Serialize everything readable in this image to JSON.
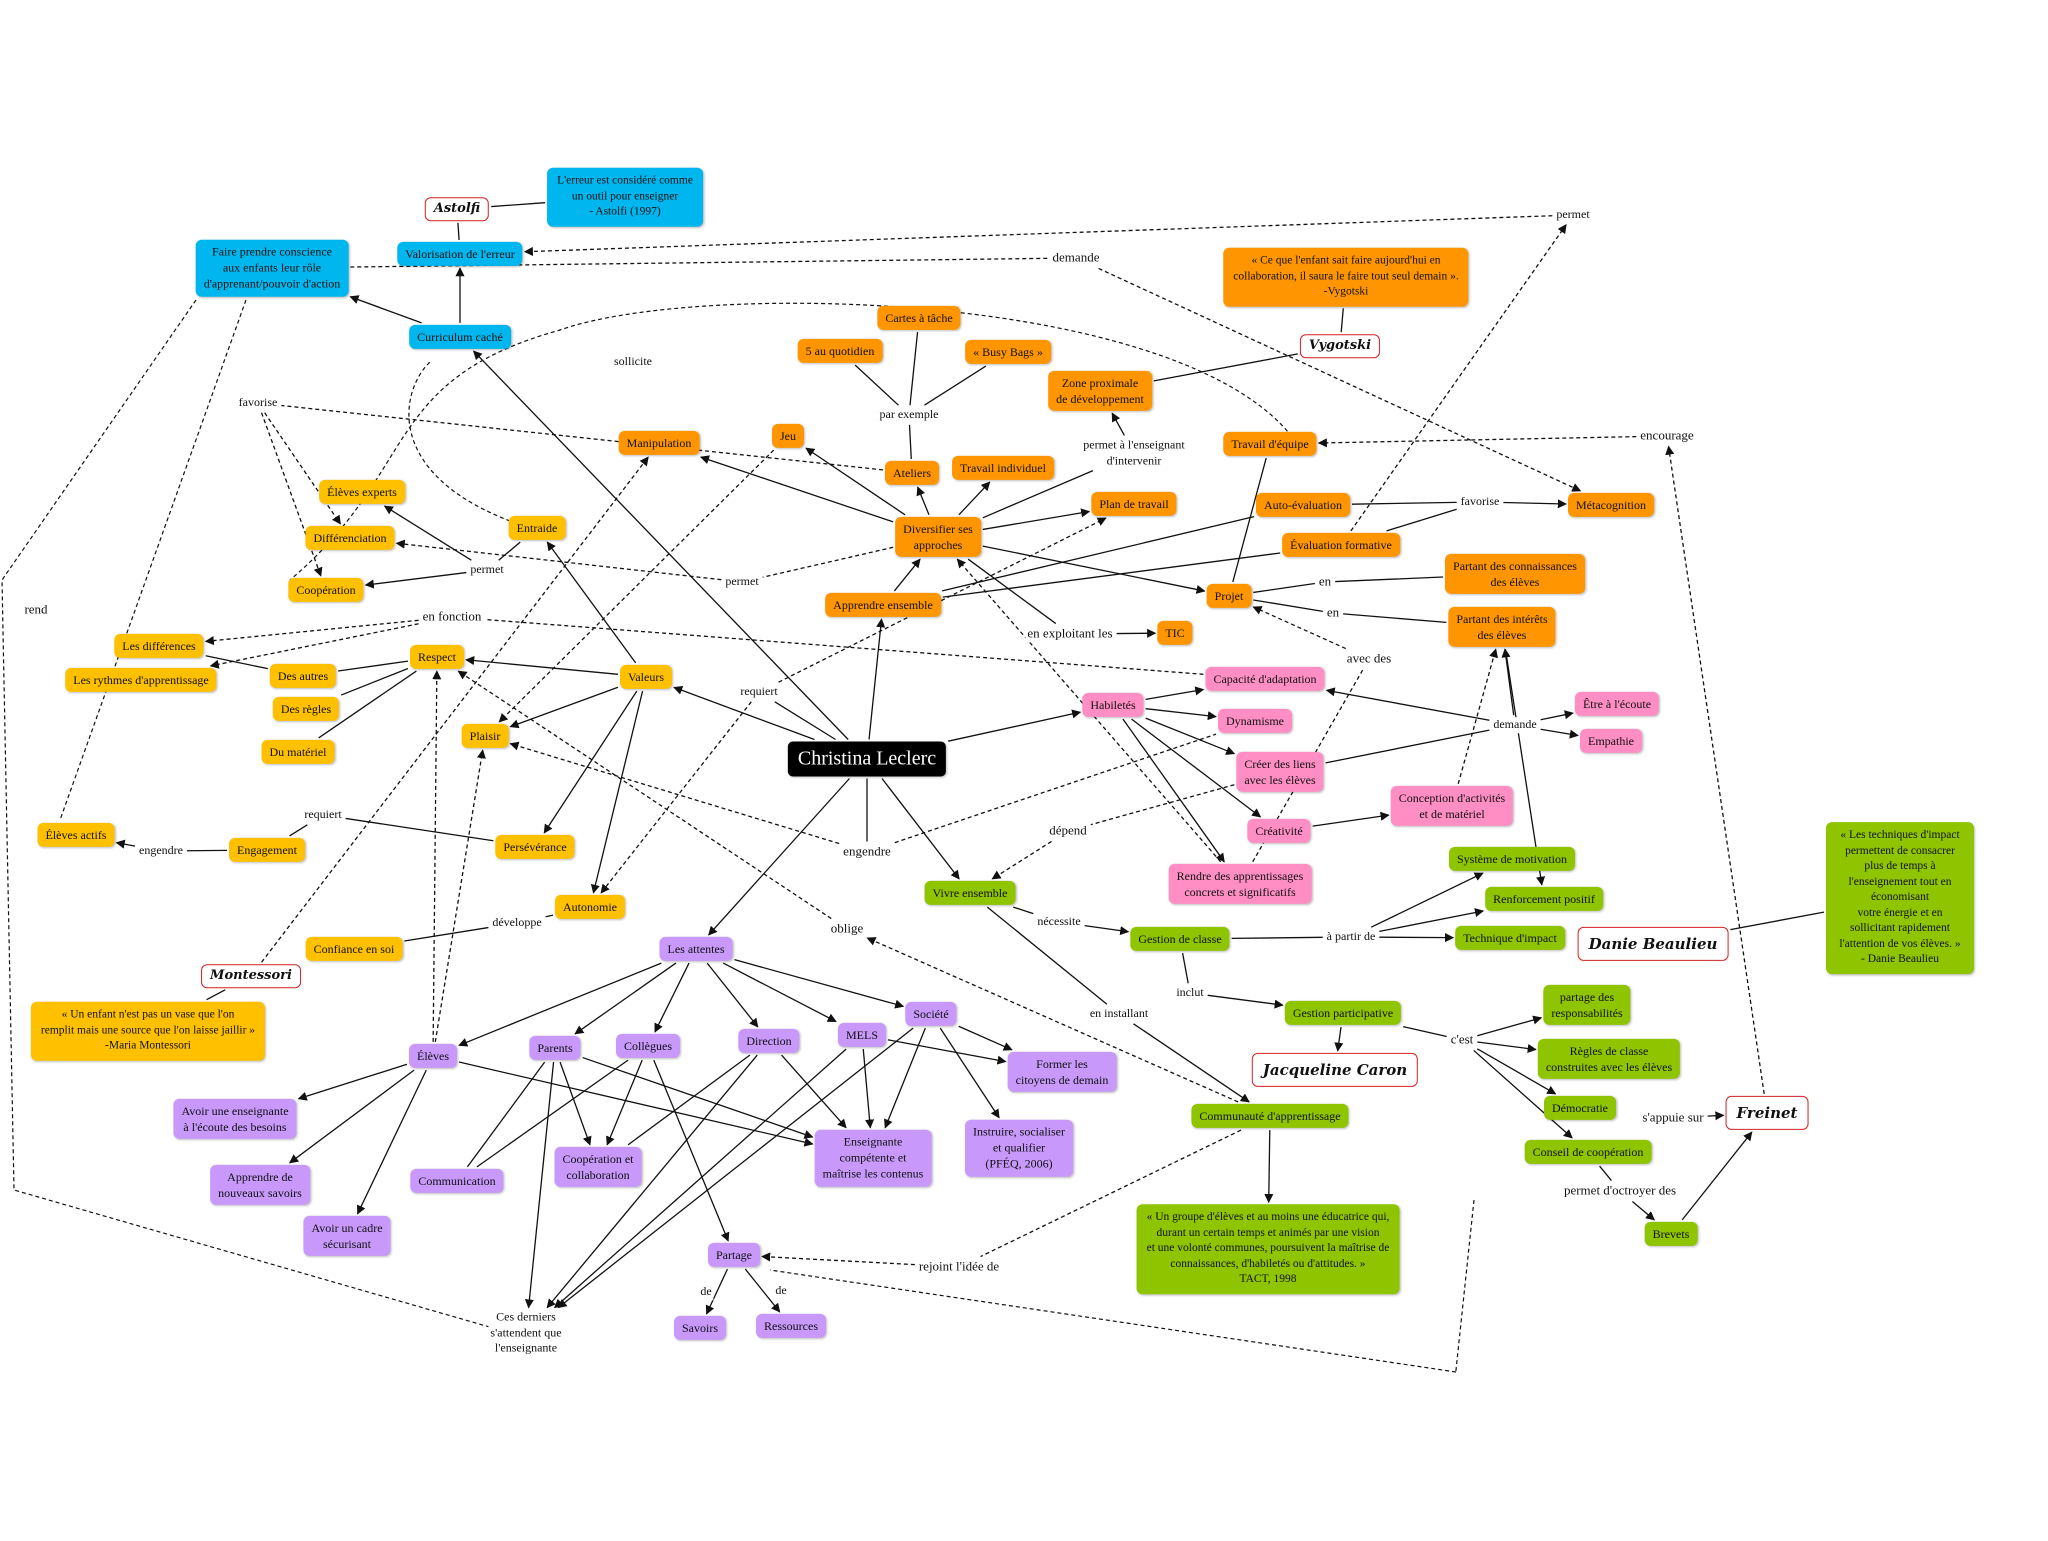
{
  "colors": {
    "blue": "#00b6ee",
    "orange": "#ff9500",
    "yellow": "#ffc000",
    "pink": "#ff8ec4",
    "purple": "#c898fa",
    "green": "#8ec400",
    "center": "#000000",
    "edge": "#111111"
  },
  "nodes": {
    "center": "Christina Leclerc",
    "astolfi": "Astolfi",
    "astolfi_quote": "L'erreur est considéré comme\nun outil pour enseigner\n- Astolfi (1997)",
    "faire_prendre": "Faire prendre conscience\naux enfants leur rôle\nd'apprenant/pouvoir d'action",
    "valorisation": "Valorisation de l'erreur",
    "curriculum": "Curriculum caché",
    "vygotski_quote": "« Ce que l'enfant sait faire aujourd'hui en\ncollaboration, il saura le faire tout seul demain ».\n-Vygotski",
    "vygotski": "Vygotski",
    "cartes": "Cartes à tâche",
    "cinq_quot": "5 au quotidien",
    "busy": "« Busy Bags »",
    "zone": "Zone proximale\nde développement",
    "manipulation": "Manipulation",
    "jeu": "Jeu",
    "ateliers": "Ateliers",
    "travail_ind": "Travail individuel",
    "travail_eq": "Travail d'équipe",
    "plan": "Plan de travail",
    "diversifier": "Diversifier ses\napproches",
    "apprendre": "Apprendre ensemble",
    "auto_eval": "Auto-évaluation",
    "eval_form": "Évaluation formative",
    "metacog": "Métacognition",
    "projet": "Projet",
    "partant_conn": "Partant des connaissances\ndes élèves",
    "partant_int": "Partant des intérêts\ndes élèves",
    "tic": "TIC",
    "eleves_experts": "Élèves experts",
    "differenciation": "Différenciation",
    "cooperation": "Coopération",
    "entraide": "Entraide",
    "differences": "Les différences",
    "rythmes": "Les rythmes d'apprentissage",
    "des_autres": "Des autres",
    "des_regles": "Des règles",
    "du_materiel": "Du matériel",
    "respect": "Respect",
    "valeurs": "Valeurs",
    "plaisir": "Plaisir",
    "eleves_actifs": "Élèves actifs",
    "engagement": "Engagement",
    "perseverance": "Persévérance",
    "autonomie": "Autonomie",
    "confiance": "Confiance en soi",
    "montessori": "Montessori",
    "montessori_quote": "« Un enfant n'est pas un vase que l'on\nremplit mais une source que l'on laisse jaillir »\n-Maria Montessori",
    "habiletes": "Habiletés",
    "capacite": "Capacité d'adaptation",
    "dynamisme": "Dynamisme",
    "creer_liens": "Créer des liens\navec les élèves",
    "creativite": "Créativité",
    "rendre": "Rendre des apprentissages\nconcrets et significatifs",
    "conception": "Conception d'activités\net de matériel",
    "etre_ecoute": "Être à l'écoute",
    "empathie": "Empathie",
    "vivre": "Vivre ensemble",
    "gestion_classe": "Gestion de classe",
    "systeme": "Système de motivation",
    "renforcement": "Renforcement positif",
    "technique": "Technique d'impact",
    "danie": "Danie Beaulieu",
    "danie_quote": "« Les techniques d'impact permettent de consacrer\nplus de temps à l'enseignement tout en économisant\nvotre énergie et en sollicitant rapidement\nl'attention de vos élèves. »\n- Danie Beaulieu",
    "gestion_part": "Gestion participative",
    "jacqueline": "Jacqueline Caron",
    "partage_resp": "partage des\nresponsabilités",
    "regles_classe": "Règles de classe\nconstruites avec les élèves",
    "democratie": "Démocratie",
    "conseil": "Conseil de coopération",
    "freinet": "Freinet",
    "brevets": "Brevets",
    "communaute": "Communauté d'apprentissage",
    "tact_quote": "« Un groupe d'élèves et au moins une éducatrice qui,\ndurant un certain temps et animés par une vision\net une volonté communes, poursuivent la maîtrise de\nconnaissances, d'habiletés ou d'attitudes. »\nTACT, 1998",
    "attentes": "Les attentes",
    "eleves": "Élèves",
    "parents": "Parents",
    "collegues": "Collègues",
    "direction": "Direction",
    "mels": "MELS",
    "societe": "Société",
    "former": "Former les\ncitoyens de demain",
    "instruire": "Instruire, socialiser\net qualifier\n(PFÉQ, 2006)",
    "enseignante": "Enseignante\ncompétente et\nmaîtrise les contenus",
    "cooperation_collab": "Coopération et\ncollaboration",
    "communication": "Communication",
    "avoir_ens": "Avoir une enseignante\nà l'écoute des besoins",
    "apprendre_nouv": "Apprendre de\nnouveaux savoirs",
    "cadre": "Avoir un cadre\nsécurisant",
    "partage": "Partage",
    "savoirs": "Savoirs",
    "ressources": "Ressources"
  },
  "labels": {
    "permet_top": "permet",
    "demande_top": "demande",
    "sollicite": "sollicite",
    "favorise_left": "favorise",
    "par_exemple": "par exemple",
    "permet_intervenir": "permet à l'enseignant\nd'intervenir",
    "encourage": "encourage",
    "favorise_right": "favorise",
    "rend": "rend",
    "permet_entraide": "permet",
    "permet_mid": "permet",
    "en_fonction": "en fonction",
    "en_exploitant": "en exploitant les",
    "en1": "en",
    "en2": "en",
    "avec_des": "avec des",
    "requiert_mid": "requiert",
    "demande_right": "demande",
    "requiert_left": "requiert",
    "engendre_left": "engendre",
    "depend": "dépend",
    "engendre_mid": "engendre",
    "developpe": "développe",
    "oblige": "oblige",
    "necessite": "nécessite",
    "a_partir": "à partir de",
    "inclut": "inclut",
    "cest": "c'est",
    "en_installant": "en installant",
    "sappuie": "s'appuie sur",
    "permet_octroyer": "permet d'octroyer des",
    "rejoint": "rejoint l'idée de",
    "de1": "de",
    "de2": "de",
    "ces_derniers": "Ces derniers\ns'attendent que\nl'enseignante"
  }
}
